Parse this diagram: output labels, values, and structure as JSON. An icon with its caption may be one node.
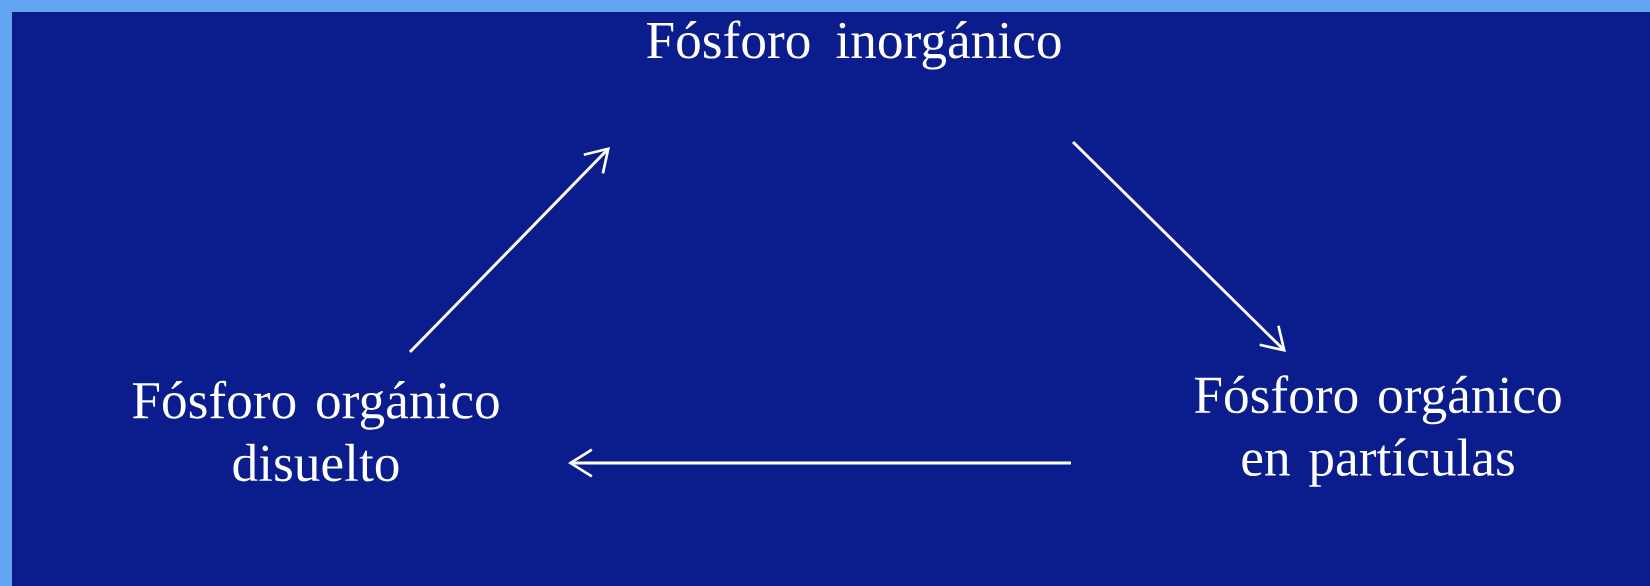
{
  "diagram": {
    "nodes": [
      {
        "text": [
          "Fósforo inorgánico"
        ]
      },
      {
        "text": [
          "Fósforo orgánico disuelto"
        ]
      },
      {
        "text": [
          "Fósforo orgánico en partículas"
        ]
      }
    ],
    "edges": [
      {
        "from": 1,
        "to": 0,
        "arrow": "to"
      },
      {
        "from": 0,
        "to": 2,
        "arrow": "to"
      },
      {
        "from": 2,
        "to": 1,
        "arrow": "to"
      }
    ]
  }
}
